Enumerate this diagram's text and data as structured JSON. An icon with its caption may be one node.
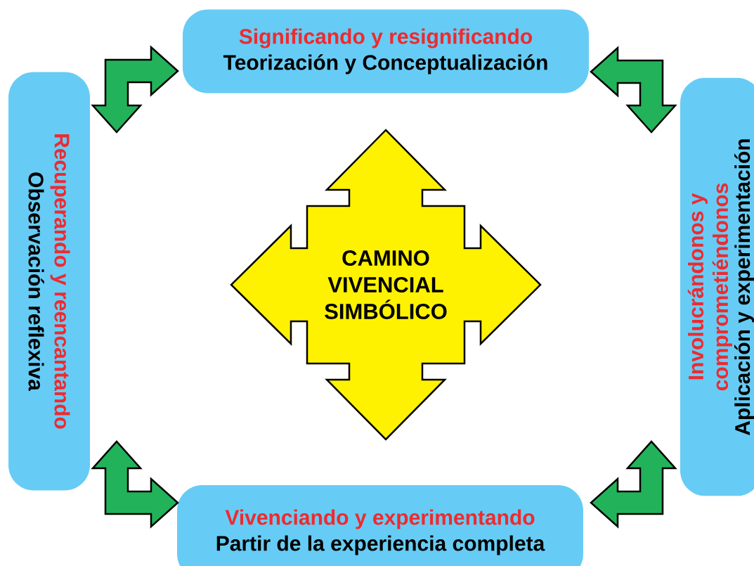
{
  "diagram": {
    "nodes": [
      {
        "text": [
          "Significando y resignificando",
          "Teorización y Conceptualización"
        ]
      },
      {
        "text": [
          "Recuperando y reencantando",
          "Observación reflexiva"
        ]
      },
      {
        "text": [
          "CAMINO VIVENCIAL SIMBÓLICO"
        ]
      },
      {
        "text": [
          "Involucrándonos y comprometiéndonos",
          "Aplicación y experimentación"
        ]
      },
      {
        "text": [
          "Vivenciando y experimentando",
          "Partir de la experiencia completa"
        ]
      }
    ],
    "edges": [
      {
        "from": 1,
        "to": 0,
        "arrow": "both"
      },
      {
        "from": 0,
        "to": 3,
        "arrow": "both"
      },
      {
        "from": 4,
        "to": 3,
        "arrow": "both"
      },
      {
        "from": 1,
        "to": 4,
        "arrow": "both"
      }
    ]
  }
}
